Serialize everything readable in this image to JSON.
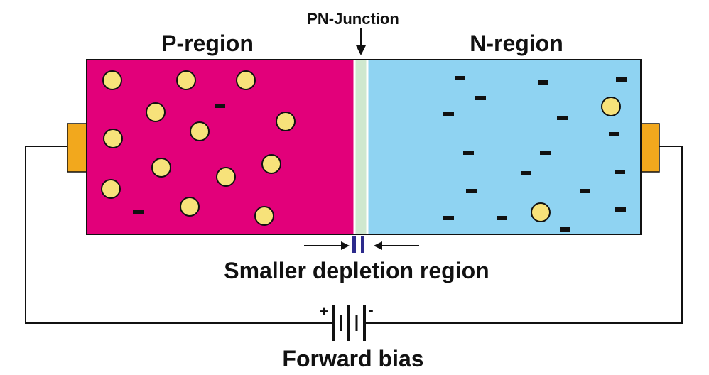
{
  "labels": {
    "junction": "PN-Junction",
    "p_region": "P-region",
    "n_region": "N-region",
    "depletion": "Smaller depletion region",
    "bias": "Forward bias",
    "plus": "+",
    "minus": "-"
  },
  "colors": {
    "p_region": "#e2007a",
    "n_region": "#8fd3f2",
    "hole": "#f7e27a",
    "electron": "#111111",
    "contact": "#f2a81d",
    "junction_band": "#cfe8cf",
    "depletion_bars": "#2c2a8c",
    "wire": "#111111"
  }
}
